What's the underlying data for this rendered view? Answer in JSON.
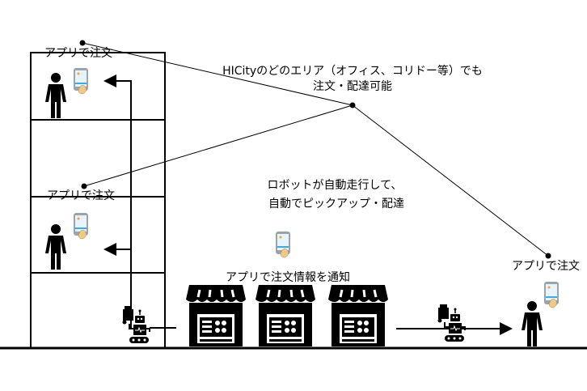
{
  "labels": {
    "order_top": "アプリで注文",
    "order_mid": "アプリで注文",
    "order_right": "アプリで注文",
    "hicity_line1": "HICityのどのエリア（オフィス、コリドー等）でも",
    "hicity_line2": "注文・配達可能",
    "robot_line1": "ロボットが自動走行して、",
    "robot_line2": "自動でピックアップ・配達",
    "notify": "アプリで注文情報を通知"
  },
  "colors": {
    "line": "#000000",
    "phone": "#9aa4ad",
    "screen": "#e8f4fb",
    "accent": "#3fa9e0",
    "hand": "#f0c987"
  }
}
